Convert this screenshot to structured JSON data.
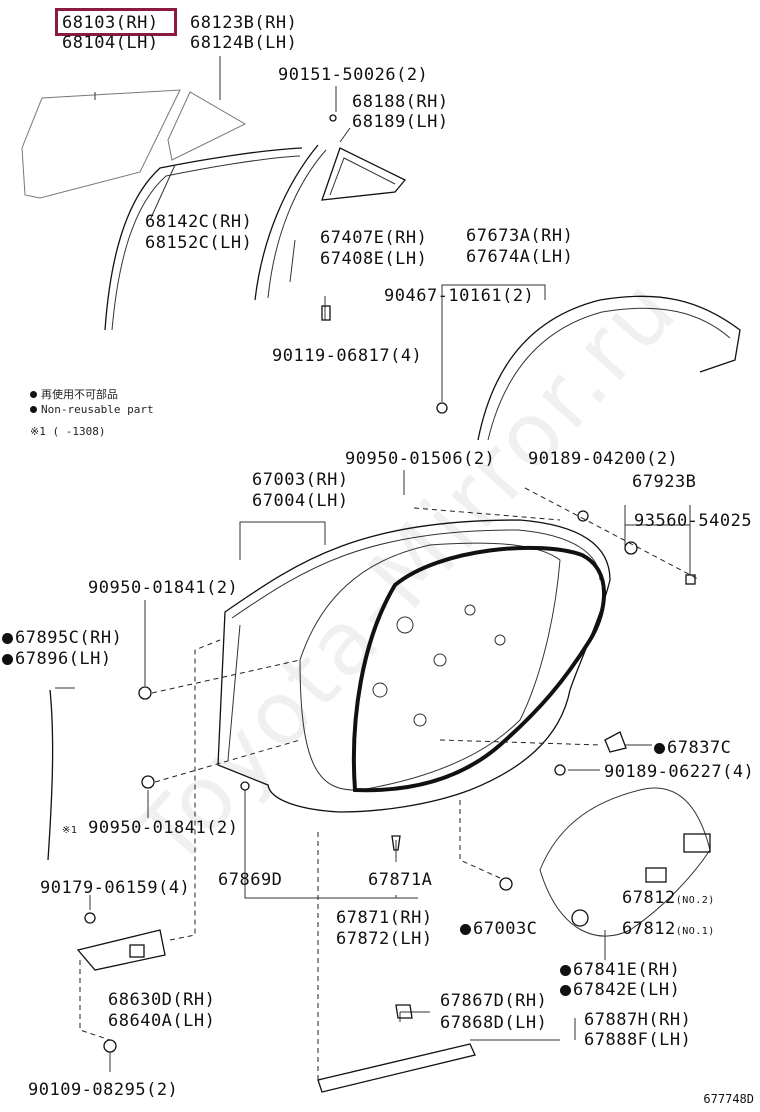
{
  "labels": {
    "p68103": "68103(RH)",
    "p68104": "68104(LH)",
    "p68123": "68123B(RH)",
    "p68124": "68124B(LH)",
    "p90151": "90151-50026(2)",
    "p68188": "68188(RH)",
    "p68189": "68189(LH)",
    "p68142": "68142C(RH)",
    "p68152": "68152C(LH)",
    "p67407": "67407E(RH)",
    "p67408": "67408E(LH)",
    "p67673": "67673A(RH)",
    "p67674": "67674A(LH)",
    "p90467": "90467-10161(2)",
    "p90119": "90119-06817(4)",
    "p90950a": "90950-01506(2)",
    "p67003": "67003(RH)",
    "p67004": "67004(LH)",
    "p90189a": "90189-04200(2)",
    "p67923": "67923B",
    "p93560": "93560-54025",
    "p90950b": "90950-01841(2)",
    "p67895": "67895C(RH)",
    "p67896": "67896(LH)",
    "p67837": "67837C",
    "p90189b": "90189-06227(4)",
    "p90950c": "90950-01841(2)",
    "p90950c_mark": "※1",
    "p67869": "67869D",
    "p67871a": "67871A",
    "p67812a": "67812",
    "p67812a_note": "(NO.2)",
    "p67812b": "67812",
    "p67812b_note": "(NO.1)",
    "p90179": "90179-06159(4)",
    "p67871": "67871(RH)",
    "p67872": "67872(LH)",
    "p67003c": "67003C",
    "p68630": "68630D(RH)",
    "p68640": "68640A(LH)",
    "p67841": "67841E(RH)",
    "p67842": "67842E(LH)",
    "p67867": "67867D(RH)",
    "p67868": "67868D(LH)",
    "p67887": "67887H(RH)",
    "p67888": "67888F(LH)",
    "p90109": "90109-08295(2)"
  },
  "legend": {
    "reuse_jp": "再使用不可部品",
    "reuse_en": "Non-reusable part",
    "note_mark": "※1",
    "note_text": "(      -1308)"
  },
  "watermark": "Toyota-Mirror.ru",
  "diagram_id": "677748D",
  "colors": {
    "highlight": "#8b1a3c",
    "ink": "#111111"
  }
}
